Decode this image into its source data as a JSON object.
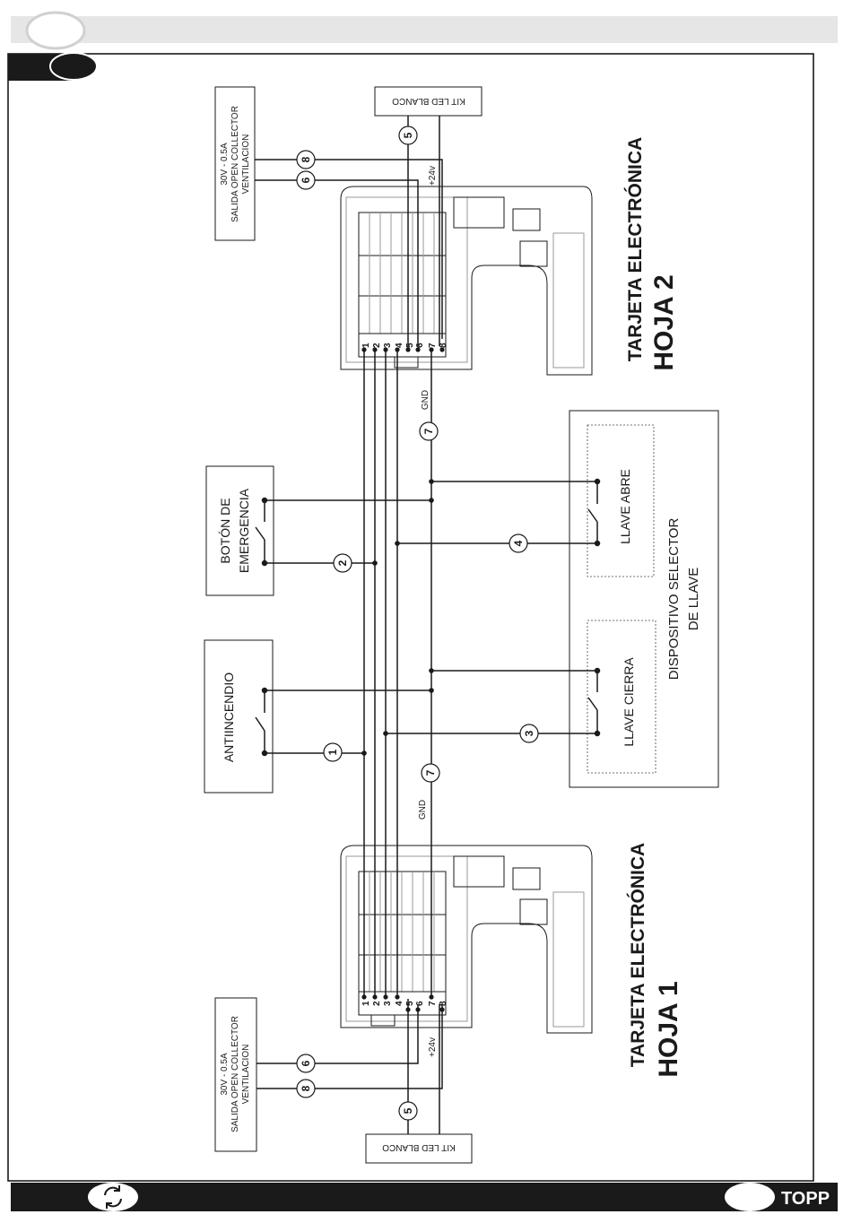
{
  "texts": {
    "board2_title": "TARJETA ELECTRÓNICA",
    "board2_sub": "HOJA 2",
    "board1_title": "TARJETA ELECTRÓNICA",
    "board1_sub": "HOJA 1",
    "vent_top_1": "30V - 0.5A",
    "vent_top_2": "SALIDA OPEN COLLECTOR",
    "vent_top_3": "VENTILACION",
    "vent_bot_1": "30V - 0.5A",
    "vent_bot_2": "SALIDA OPEN COLLECTOR",
    "vent_bot_3": "VENTILACION",
    "led_top": "KIT LED BLANCO",
    "led_bot": "KIT LED BLANCO",
    "emergency_1": "BOTÓN DE",
    "emergency_2": "EMERGENCIA",
    "fire": "ANTIINCENDIO",
    "key_open": "LLAVE ABRE",
    "key_close": "LLAVE CIERRA",
    "selector_1": "DISPOSITIVO SELECTOR",
    "selector_2": "DE LLAVE",
    "gnd_top": "GND",
    "gnd_bot": "GND",
    "v24_top": "+24v",
    "v24_bot": "+24v",
    "brand": "TOPP"
  },
  "wire_numbers": {
    "w1": "1",
    "w2": "2",
    "w3": "3",
    "w4": "4",
    "w5_top": "5",
    "w5_bot": "5",
    "w6_top": "6",
    "w6_bot": "6",
    "w7_top": "7",
    "w7_bot": "7",
    "w8_top": "8",
    "w8_bot": "8"
  },
  "terminals": [
    "1",
    "2",
    "3",
    "4",
    "5",
    "6",
    "7",
    "8"
  ],
  "colors": {
    "ink": "#1a1a1a",
    "header_bar": "#e6e6e6",
    "header_pill": "#d0d0d0",
    "board_gray": "#9a9a9a"
  }
}
